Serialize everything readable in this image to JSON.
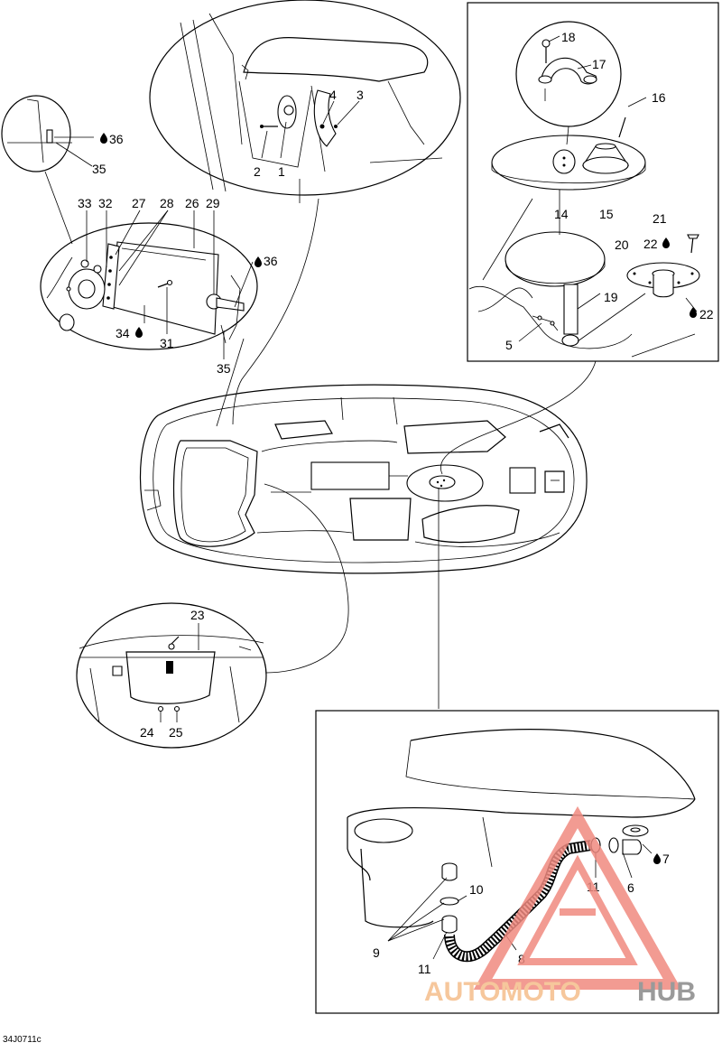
{
  "diagram": {
    "reference": "34J0711c",
    "callouts": {
      "c1": "1",
      "c2": "2",
      "c3": "3",
      "c4": "4",
      "c5": "5",
      "c6": "6",
      "c7": "7",
      "c8": "8",
      "c9": "9",
      "c10": "10",
      "c11a": "11",
      "c11b": "11",
      "c14": "14",
      "c15": "15",
      "c16": "16",
      "c17": "17",
      "c18": "18",
      "c19": "19",
      "c20": "20",
      "c21": "21",
      "c22a": "22",
      "c22b": "22",
      "c23": "23",
      "c24": "24",
      "c25": "25",
      "c26": "26",
      "c27": "27",
      "c28": "28",
      "c29": "29",
      "c31": "31",
      "c32": "32",
      "c33": "33",
      "c34": "34",
      "c35a": "35",
      "c35b": "35",
      "c36a": "36",
      "c36b": "36"
    }
  },
  "watermark": {
    "part1": "AUTOMOTO",
    "part2": "HUB",
    "accent_color": "#f08a80",
    "text_color": "#9a9a9a"
  }
}
